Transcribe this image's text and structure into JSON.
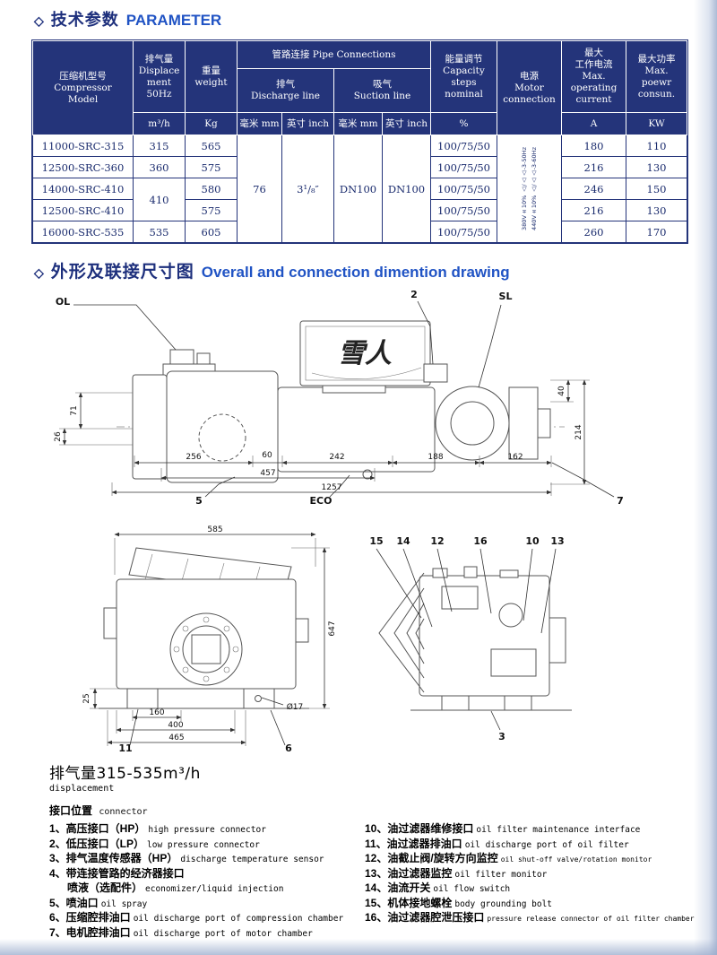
{
  "colors": {
    "navy": "#1d2f7c",
    "blue": "#2053c4",
    "table_header_bg": "#24347a",
    "table_border": "#24347a",
    "body_text": "#1b2c6e"
  },
  "titles": {
    "t1_diamond": "◇",
    "t1_zh": "技术参数",
    "t1_en": "PARAMETER",
    "t2_diamond": "◇",
    "t2_zh": "外形及联接尺寸图",
    "t2_en": "Overall and connection dimention drawing"
  },
  "table": {
    "headers": {
      "model": "压缩机型号\nCompressor\nModel",
      "displacement": "排气量\nDisplace\nment\n50Hz",
      "weight": "重量\nweight",
      "pipe": "管路连接 Pipe Connections",
      "discharge": "排气\nDischarge line",
      "suction": "吸气\nSuction line",
      "capacity": "能量调节\nCapacity\nsteps\nnominal",
      "motor": "电源\nMotor\nconnection",
      "current": "最大\n工作电流\nMax.\noperating\ncurrent",
      "power": "最大功率\nMax.\npoewr\nconsun.",
      "unit_disp": "m³/h",
      "unit_weight": "Kg",
      "unit_mm1": "毫米 mm",
      "unit_inch1": "英寸 inch",
      "unit_mm2": "毫米 mm",
      "unit_inch2": "英寸 inch",
      "unit_capacity": "%",
      "unit_current": "A",
      "unit_power": "KW"
    },
    "shared": {
      "discharge_mm": "76",
      "discharge_inch": "3¹/₈″",
      "suction_mm": "DN100",
      "suction_inch": "DN100",
      "motor_line1": "380V±10% △/△△-3-50Hz",
      "motor_line2": "440V±10% △/△△-3-60Hz"
    },
    "rows": [
      {
        "model": "11000-SRC-315",
        "disp": "315",
        "weight": "565",
        "capacity": "100/75/50",
        "current": "180",
        "power": "110"
      },
      {
        "model": "12500-SRC-360",
        "disp": "360",
        "weight": "575",
        "capacity": "100/75/50",
        "current": "216",
        "power": "130"
      },
      {
        "model": "14000-SRC-410",
        "disp": "410",
        "weight": "580",
        "capacity": "100/75/50",
        "current": "246",
        "power": "150"
      },
      {
        "model": "12500-SRC-410",
        "weight": "575",
        "capacity": "100/75/50",
        "current": "216",
        "power": "130"
      },
      {
        "model": "16000-SRC-535",
        "disp": "535",
        "weight": "605",
        "capacity": "100/75/50",
        "current": "260",
        "power": "170"
      }
    ]
  },
  "drawings": {
    "side": {
      "logo": "雪人",
      "labels": {
        "ol": "OL",
        "n2": "2",
        "sl": "SL",
        "n5": "5",
        "eco": "ECO",
        "n7": "7"
      },
      "dims": {
        "d71": "71",
        "d26": "26",
        "d40": "40",
        "d214": "214",
        "d256": "256",
        "d60": "60",
        "d242": "242",
        "d188": "188",
        "d162": "162",
        "d457": "457",
        "d1257": "1257"
      }
    },
    "front": {
      "labels": {
        "n11": "11",
        "n6": "6"
      },
      "dims": {
        "d585": "585",
        "d647": "647",
        "d25": "25",
        "d160": "160",
        "d400": "400",
        "d465": "465",
        "dia17": "Ø17"
      }
    },
    "detail": {
      "labels": {
        "n15": "15",
        "n14": "14",
        "n12": "12",
        "n16": "16",
        "n10": "10",
        "n13": "13",
        "n3": "3"
      }
    }
  },
  "footer": {
    "range_title": "排气量315-535m³/h",
    "range_sub": "displacement",
    "connector_zh": "接口位置",
    "connector_en": "connector",
    "left_items": [
      {
        "zh": "1、高压接口（HP）",
        "en": "high pressure connector"
      },
      {
        "zh": "2、低压接口（LP）",
        "en": "low pressure connector"
      },
      {
        "zh": "3、排气温度传感器（HP）",
        "en": "discharge temperature sensor"
      },
      {
        "zh": "4、带连接管路的经济器接口",
        "en": ""
      },
      {
        "zh": "喷液（选配件）",
        "en": "economizer/liquid injection"
      },
      {
        "zh": "5、喷油口",
        "en": "oil spray"
      },
      {
        "zh": "6、压缩腔排油口",
        "en": "oil discharge port of compression chamber"
      },
      {
        "zh": "7、电机腔排油口",
        "en": "oil discharge port of motor chamber"
      }
    ],
    "right_items": [
      {
        "zh": "10、油过滤器维修接口",
        "en": "oil filter maintenance interface"
      },
      {
        "zh": "11、油过滤器排油口",
        "en": "oil discharge port of oil filter"
      },
      {
        "zh": "12、油截止阀/旋转方向监控",
        "en": "oil shut-off valve/rotation monitor"
      },
      {
        "zh": "13、油过滤器监控",
        "en": "oil filter monitor"
      },
      {
        "zh": "14、油流开关",
        "en": "oil flow switch"
      },
      {
        "zh": "15、机体接地螺栓",
        "en": "body grounding bolt"
      },
      {
        "zh": "16、油过滤器腔泄压接口",
        "en": "pressure release connector of oil filter chamber"
      }
    ]
  }
}
